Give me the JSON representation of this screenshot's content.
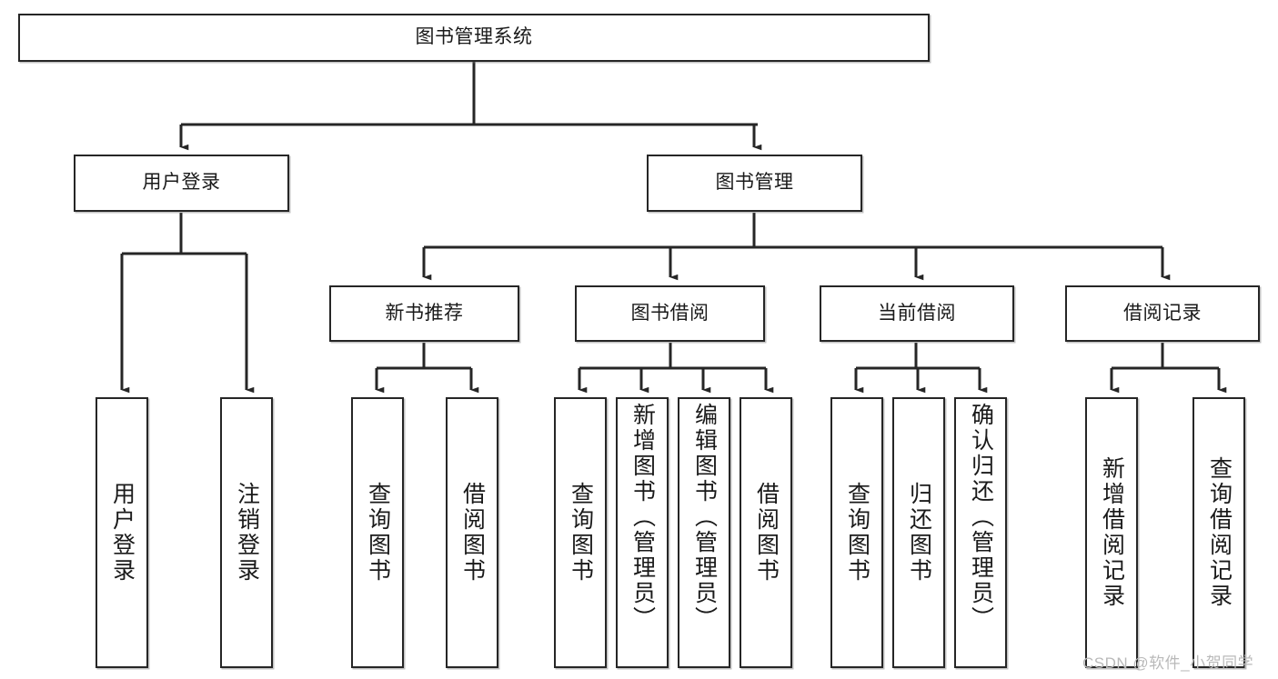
{
  "diagram": {
    "type": "tree-hierarchy",
    "title": "图书管理系统",
    "watermark": "CSDN @软件_小贺同学",
    "colors": {
      "box_border": "#262626",
      "box_fill": "#ffffff",
      "connector": "#262626",
      "watermark": "#b9b9b9"
    },
    "nodes": {
      "root": {
        "label": "图书管理系统",
        "level": 0
      },
      "l1": [
        {
          "id": "user-login",
          "label": "用户登录"
        },
        {
          "id": "book-manage",
          "label": "图书管理"
        }
      ],
      "l2": [
        {
          "id": "new-book-recommend",
          "label": "新书推荐",
          "parent": "book-manage"
        },
        {
          "id": "book-borrow",
          "label": "图书借阅",
          "parent": "book-manage"
        },
        {
          "id": "current-borrow",
          "label": "当前借阅",
          "parent": "book-manage"
        },
        {
          "id": "borrow-record",
          "label": "借阅记录",
          "parent": "book-manage"
        }
      ],
      "leaves": [
        {
          "id": "leaf-user-login",
          "label": "用户登录",
          "parent": "user-login"
        },
        {
          "id": "leaf-logout",
          "label": "注销登录",
          "parent": "user-login"
        },
        {
          "id": "leaf-query-book-1",
          "label": "查询图书",
          "parent": "new-book-recommend"
        },
        {
          "id": "leaf-borrow-book-1",
          "label": "借阅图书",
          "parent": "new-book-recommend"
        },
        {
          "id": "leaf-query-book-2",
          "label": "查询图书",
          "parent": "book-borrow"
        },
        {
          "id": "leaf-add-book",
          "label": "新增图书（管理员）",
          "parent": "book-borrow"
        },
        {
          "id": "leaf-edit-book",
          "label": "编辑图书（管理员）",
          "parent": "book-borrow"
        },
        {
          "id": "leaf-borrow-book-2",
          "label": "借阅图书",
          "parent": "book-borrow"
        },
        {
          "id": "leaf-query-book-3",
          "label": "查询图书",
          "parent": "current-borrow"
        },
        {
          "id": "leaf-return-book",
          "label": "归还图书",
          "parent": "current-borrow"
        },
        {
          "id": "leaf-confirm-return",
          "label": "确认归还（管理员）",
          "parent": "current-borrow"
        },
        {
          "id": "leaf-add-record",
          "label": "新增借阅记录",
          "parent": "borrow-record"
        },
        {
          "id": "leaf-query-record",
          "label": "查询借阅记录",
          "parent": "borrow-record"
        }
      ]
    }
  }
}
